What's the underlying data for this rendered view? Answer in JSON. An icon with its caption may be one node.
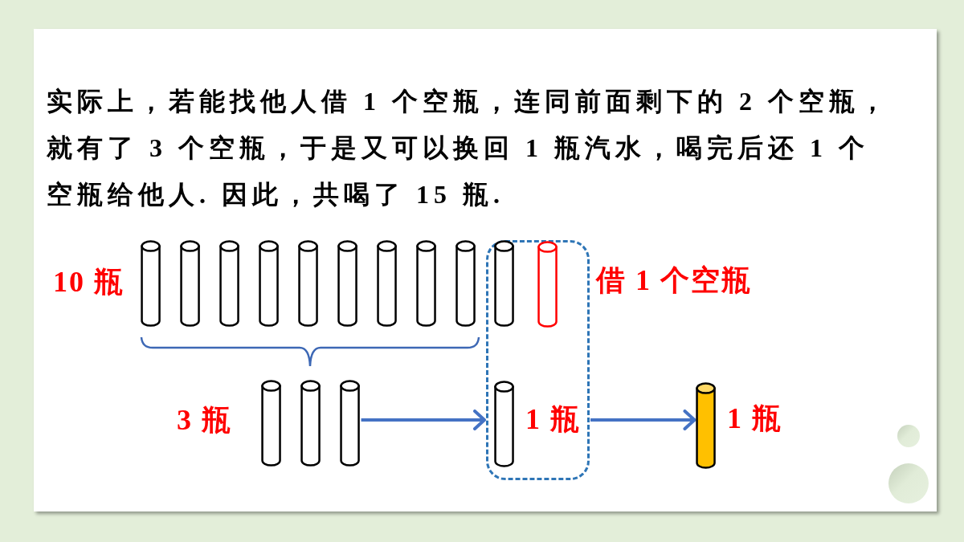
{
  "diagram": {
    "nodes": [
      {
        "text": [
          "1 瓶"
        ],
        "beside": [
          "借 1 个空瓶"
        ]
      },
      {
        "text": [],
        "shape": "cylinder",
        "beside": [
          "3 瓶"
        ]
      },
      {
        "text": [],
        "shape": "cylinder",
        "beside": [
          "1 瓶"
        ]
      }
    ],
    "edges": [
      {
        "from": 1,
        "to": 0,
        "arrow": "to"
      },
      {
        "from": 0,
        "to": 2,
        "arrow": "to"
      }
    ],
    "labels": [
      "实际上，若能找他人借 1 个空瓶，连同前面剩下的 2 个空瓶，就有了 3 个空瓶，于是又可以换回 1 瓶汽水，喝完后还 1 个空瓶给他人. 因此，共喝了 15 瓶.",
      "10 瓶"
    ]
  }
}
